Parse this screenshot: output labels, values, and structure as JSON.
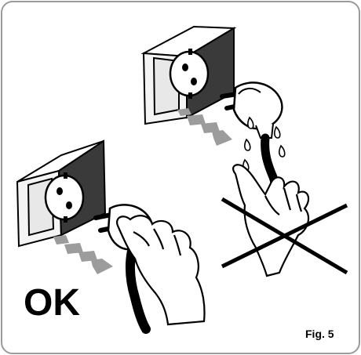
{
  "labels": {
    "ok": "OK",
    "figure": "Fig. 5"
  },
  "colors": {
    "frame": "#9a9a9a",
    "ink": "#000000",
    "socket_face": "#e8e8e8",
    "socket_shadow": "#3a3a3a",
    "arrow_gray": "#9c9c9c",
    "cross": "#000000"
  },
  "icons": [
    "wall-socket",
    "plug",
    "hand",
    "cable",
    "water-drops",
    "pull-arrow",
    "prohibited-cross"
  ]
}
